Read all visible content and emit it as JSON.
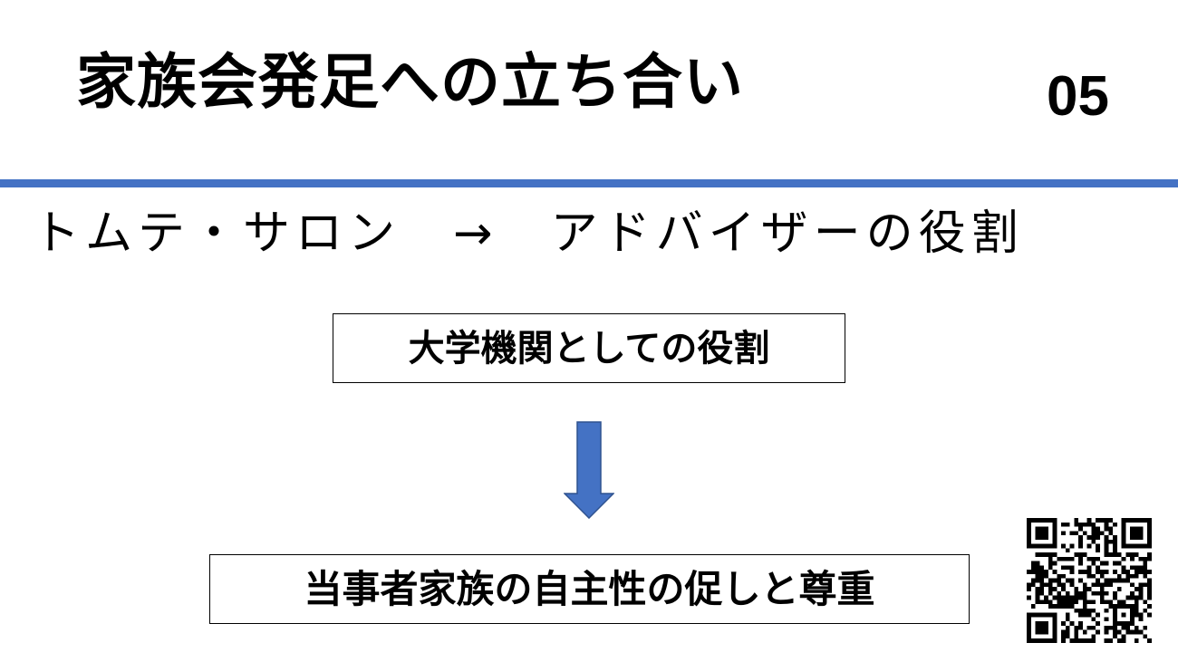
{
  "slide": {
    "title": "家族会発足への立ち合い",
    "number": "05",
    "subtitle": "トムテ・サロン　→　アドバイザーの役割",
    "box_role": "大学機関としての役割",
    "box_autonomy": "当事者家族の自主性の促しと尊重"
  },
  "colors": {
    "accent": "#4472c4",
    "arrow_fill": "#4472c4",
    "arrow_stroke": "#2f528f",
    "text": "#000000"
  },
  "icons": {
    "arrow": "down-arrow-icon",
    "qr": "qr-code-icon"
  }
}
